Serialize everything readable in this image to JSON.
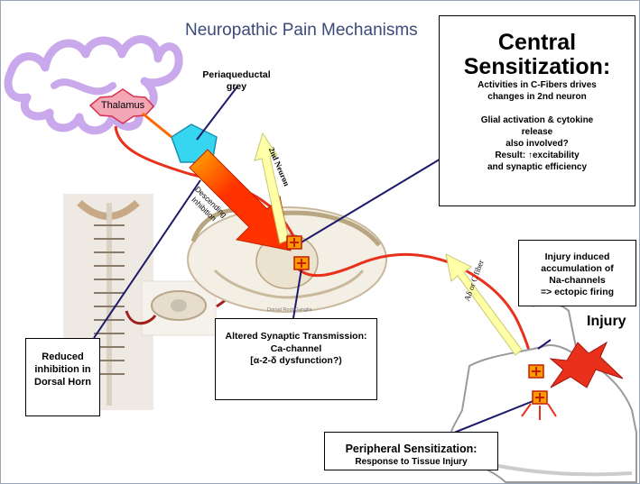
{
  "title": "Neuropathic Pain Mechanisms",
  "central_box": {
    "heading_line1": "Central",
    "heading_line2": "Sensitization:",
    "line1": "Activities in C-Fibers drives",
    "line2": "changes in 2nd neuron",
    "line3": "Glial activation & cytokine",
    "line4": "release",
    "line5": "also involved?",
    "line6": "Result: ↑excitability",
    "line7": "and synaptic efficiency"
  },
  "labels": {
    "periaqueductal_line1": "Periaqueductal",
    "periaqueductal_line2": "grey",
    "thalamus": "Thalamus",
    "descending": "Descending Inhibition",
    "second_neuron": "2nd Neuron",
    "fiber": "Aδ or C fiber",
    "injury": "Injury",
    "drg": "Dorsal Root Ganglia"
  },
  "injury_box": {
    "line1": "Injury induced",
    "line2": "accumulation of",
    "line3": "Na-channels",
    "line4": "=> ectopic firing"
  },
  "synaptic_box": {
    "line1": "Altered Synaptic Transmission:",
    "line2": "Ca-channel",
    "line3": "[α-2-δ dysfunction?)"
  },
  "reduced_box": {
    "line1": "Reduced",
    "line2": "inhibition in",
    "line3": "Dorsal Horn"
  },
  "peripheral_box": {
    "line1": "Peripheral Sensitization:",
    "line2": "Response to Tissue Injury"
  },
  "colors": {
    "title": "#3a4a7a",
    "brain_outline": "#c9a8ec",
    "thalamus_fill": "#f4a7b5",
    "thalamus_stroke": "#d8304f",
    "pag_fill": "#36d6f0",
    "descending_arrow": "#ff3300",
    "second_neuron_arrow": "#ffffa8",
    "nerve": "#e8301a",
    "pointer_line": "#1c1a6b",
    "synapse_marker": "#ff9900"
  }
}
